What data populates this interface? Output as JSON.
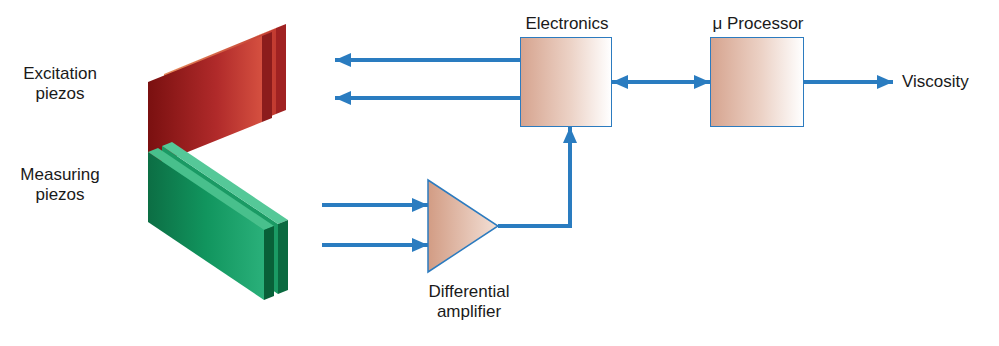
{
  "diagram": {
    "nodes": [
      {
        "text": [
          "Excitation piezos"
        ]
      },
      {
        "text": [
          "Electronics"
        ]
      },
      {
        "text": [
          "μ Processor"
        ]
      },
      {
        "text": [
          "Measuring piezos"
        ]
      },
      {
        "text": [
          "Differential amplifier"
        ]
      }
    ],
    "edges": [
      {
        "from": 1,
        "to": 0,
        "arrow": "to"
      },
      {
        "from": 1,
        "to": 0,
        "arrow": "to"
      },
      {
        "from": 3,
        "to": 4,
        "arrow": "to"
      },
      {
        "from": 3,
        "to": 4,
        "arrow": "to"
      },
      {
        "from": 4,
        "to": 1,
        "arrow": "to"
      },
      {
        "from": 1,
        "to": 2,
        "arrow": "both"
      }
    ],
    "labels": [
      "Viscosity"
    ]
  }
}
